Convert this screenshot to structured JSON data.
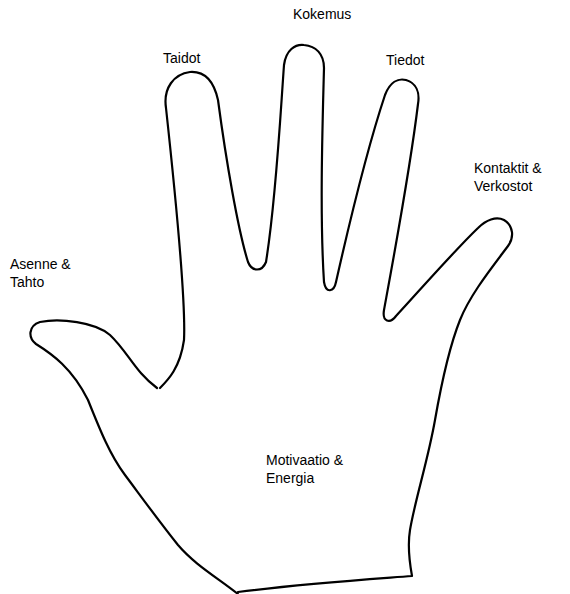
{
  "diagram": {
    "labels": [
      "Kokemus",
      "Taidot",
      "Tiedot",
      "Kontaktit & Verkostot",
      "Asenne & Tahto",
      "Motivaatio & Energia"
    ]
  }
}
